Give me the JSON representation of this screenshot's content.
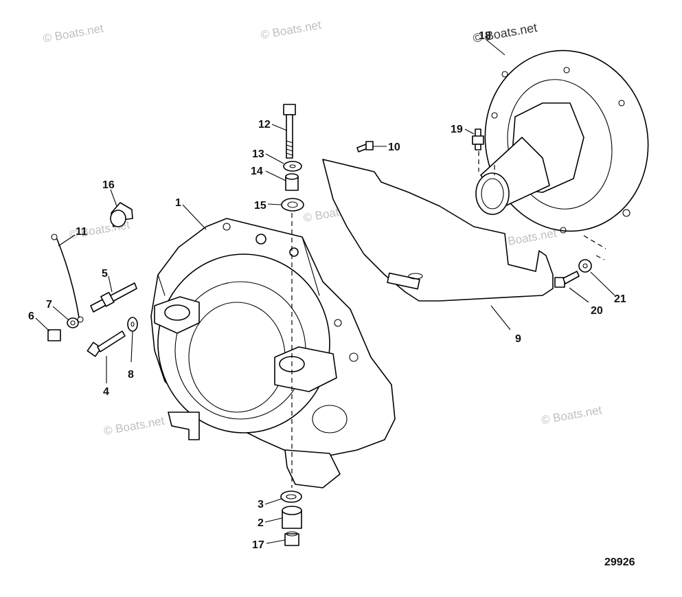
{
  "watermark": "© Boats.net",
  "figure_number": "29926",
  "callouts": {
    "c1": "1",
    "c2": "2",
    "c3": "3",
    "c4": "4",
    "c5": "5",
    "c6": "6",
    "c7": "7",
    "c8": "8",
    "c9": "9",
    "c10": "10",
    "c11": "11",
    "c12": "12",
    "c13": "13",
    "c14": "14",
    "c15": "15",
    "c16": "16",
    "c17": "17",
    "c18": "18",
    "c19": "19",
    "c20": "20",
    "c21": "21"
  }
}
